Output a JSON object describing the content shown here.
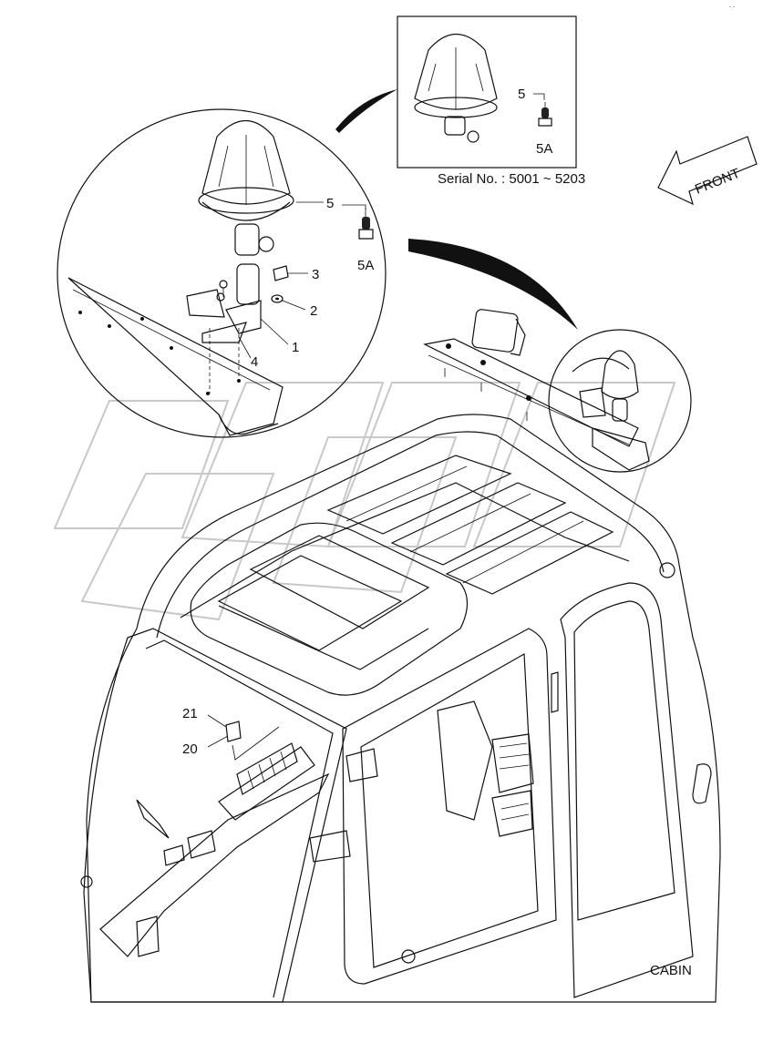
{
  "inset": {
    "part_label": "5",
    "bulb_label": "5A",
    "serial_text": "Serial No. : 5001 ~ 5203"
  },
  "detail": {
    "labels": {
      "beacon": "5",
      "bulb": "5A",
      "bolt": "3",
      "washer": "2",
      "bracket": "1",
      "plate": "4"
    }
  },
  "cabin": {
    "switch_labels": {
      "top": "21",
      "bottom": "20"
    },
    "caption": "CABIN"
  },
  "front_arrow": {
    "text": "FRONT"
  }
}
